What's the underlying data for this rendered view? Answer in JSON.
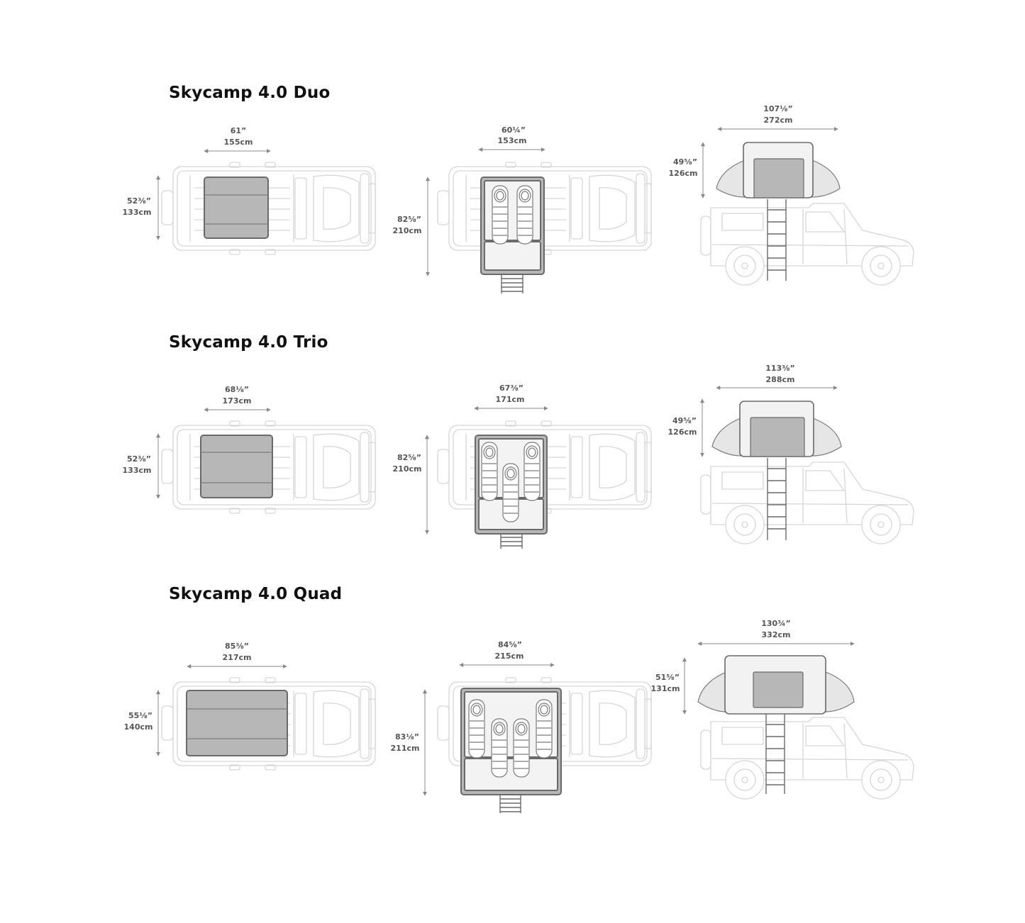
{
  "sections": [
    {
      "title": "Skycamp 4.0 Duo",
      "closed_width": [
        "61”",
        "155cm"
      ],
      "closed_depth": [
        "52⅜”",
        "133cm"
      ],
      "open_width": [
        "60¼”",
        "153cm"
      ],
      "open_length": [
        "82⅝”",
        "210cm"
      ],
      "side_width": [
        "107⅛”",
        "272cm"
      ],
      "side_height": [
        "49⅝”",
        "126cm"
      ]
    },
    {
      "title": "Skycamp 4.0 Trio",
      "closed_width": [
        "68⅛”",
        "173cm"
      ],
      "closed_depth": [
        "52⅜”",
        "133cm"
      ],
      "open_width": [
        "67⅜”",
        "171cm"
      ],
      "open_length": [
        "82⅝”",
        "210cm"
      ],
      "side_width": [
        "113⅜”",
        "288cm"
      ],
      "side_height": [
        "49⅝”",
        "126cm"
      ]
    },
    {
      "title": "Skycamp 4.0 Quad",
      "closed_width": [
        "85⅜”",
        "217cm"
      ],
      "closed_depth": [
        "55⅛”",
        "140cm"
      ],
      "open_width": [
        "84⅝”",
        "215cm"
      ],
      "open_length": [
        "83⅛”",
        "211cm"
      ],
      "side_width": [
        "130¾”",
        "332cm"
      ],
      "side_height": [
        "51⅝”",
        "131cm"
      ]
    }
  ],
  "colors": {
    "tent_gray": "#b7b7b7",
    "outline": "#6a6a6a",
    "truck_line": "#d6d6d6",
    "label": "#555555"
  },
  "sleeping_bags": [
    2,
    3,
    4
  ]
}
